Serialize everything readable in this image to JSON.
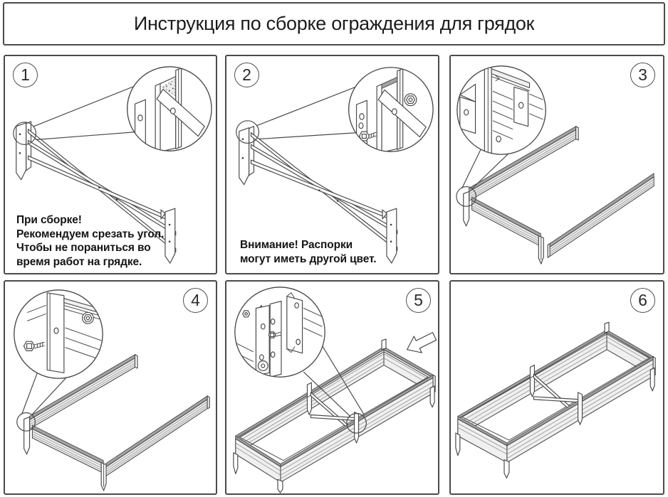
{
  "title": "Инструкция по сборке ограждения для грядок",
  "panels": [
    {
      "number": "1",
      "note": "При сборке!\nРекомендуем срезать угол.\nЧтобы не пораниться во\nвремя работ на грядке."
    },
    {
      "number": "2",
      "note": "Внимание! Распорки\nмогут иметь другой цвет."
    },
    {
      "number": "3",
      "note": ""
    },
    {
      "number": "4",
      "note": ""
    },
    {
      "number": "5",
      "note": ""
    },
    {
      "number": "6",
      "note": ""
    }
  ],
  "colors": {
    "border": "#4b4b4b",
    "line": "#4a4a4a",
    "ink": "#141414",
    "rail_face": "#f0f0f0",
    "rail_top_band": "#a2a2a2",
    "background": "#ffffff"
  }
}
